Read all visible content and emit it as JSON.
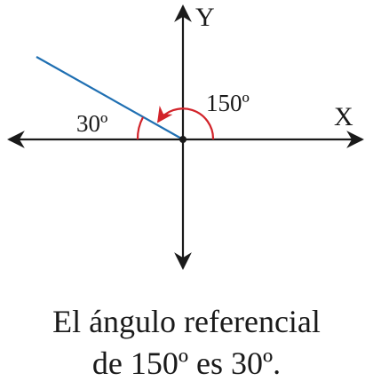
{
  "axes": {
    "x_label": "X",
    "y_label": "Y"
  },
  "angles": {
    "standard_label": "150º",
    "reference_label": "30º"
  },
  "caption": {
    "line1": "El ángulo referencial",
    "line2": "de 150º es 30º."
  },
  "colors": {
    "axis": "#1a1a1a",
    "terminal_side": "#1f6fb2",
    "arc": "#d2232a"
  }
}
